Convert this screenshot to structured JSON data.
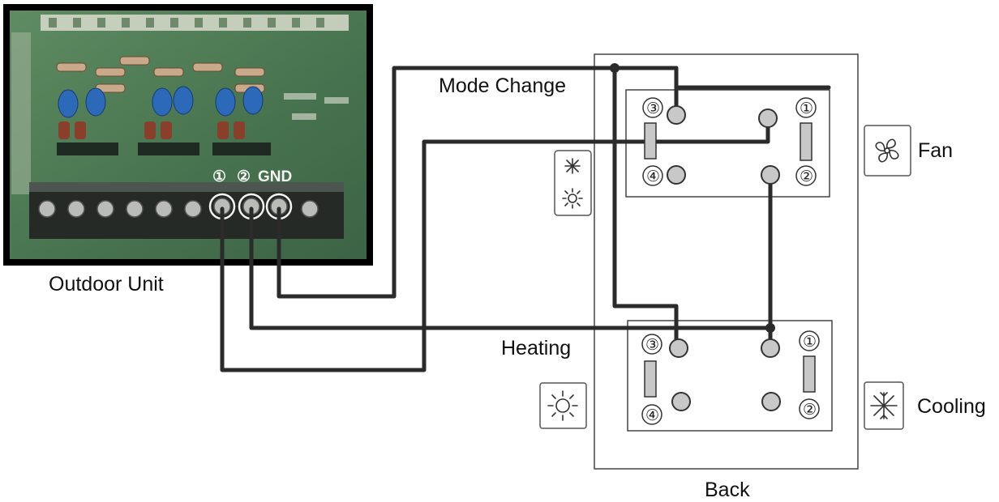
{
  "labels": {
    "outdoor_unit": "Outdoor Unit",
    "mode_change": "Mode Change",
    "heating": "Heating",
    "fan": "Fan",
    "cooling": "Cooling",
    "back": "Back"
  },
  "pcb": {
    "term_1": "①",
    "term_2": "②",
    "term_gnd": "GND"
  },
  "switch_terminals": {
    "t1": "①",
    "t2": "②",
    "t3": "③",
    "t4": "④"
  },
  "icons": {
    "fan": "fan-icon",
    "cooling": "snowflake-icon",
    "heating": "sun-icon",
    "mode": "snowflake-sun-icon"
  },
  "colors": {
    "wire": "#2b2b2b",
    "pcb_green": "#4e7a55",
    "terminal_fill": "#c8c8c8"
  }
}
